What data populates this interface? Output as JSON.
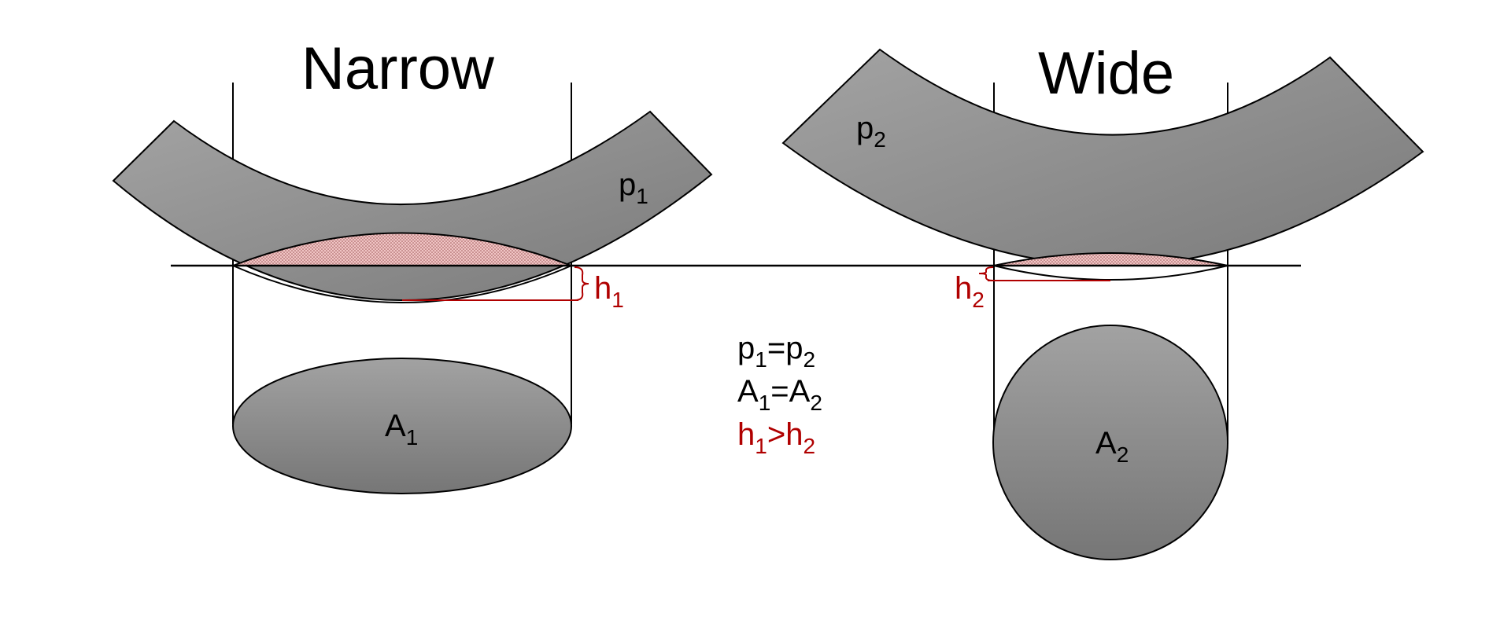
{
  "titles": {
    "narrow": "Narrow",
    "wide": "Wide"
  },
  "labels": {
    "p1": {
      "base": "p",
      "sub": "1"
    },
    "p2": {
      "base": "p",
      "sub": "2"
    },
    "h1": {
      "base": "h",
      "sub": "1"
    },
    "h2": {
      "base": "h",
      "sub": "2"
    },
    "a1": {
      "base": "A",
      "sub": "1"
    },
    "a2": {
      "base": "A",
      "sub": "2"
    }
  },
  "equations": {
    "pressure": {
      "l": "p",
      "ls": "1",
      "op": "=",
      "r": "p",
      "rs": "2"
    },
    "area": {
      "l": "A",
      "ls": "1",
      "op": "=",
      "r": "A",
      "rs": "2"
    },
    "depth": {
      "l": "h",
      "ls": "1",
      "op": ">",
      "r": "h",
      "rs": "2"
    }
  },
  "colors": {
    "shape_light": "#9d9d9d",
    "shape_dark": "#777777",
    "contact_fill": "#e9b4b4",
    "annotation_red": "#b00000"
  }
}
